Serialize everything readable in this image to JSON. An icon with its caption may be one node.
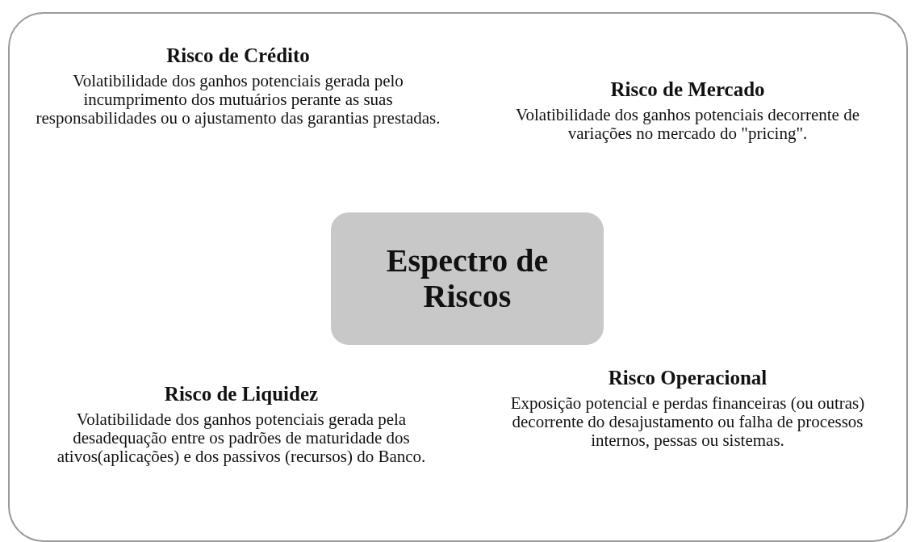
{
  "diagram": {
    "nodes": [
      {
        "text": [
          "Risco de Crédito",
          "Volatibilidade dos ganhos potenciais gerada pelo incumprimento dos mutuários perante as suas responsabilidades ou o ajustamento das garantias prestadas."
        ]
      },
      {
        "text": [
          "Risco de Mercado",
          "Volatibilidade dos ganhos potenciais decorrente de variações no mercado do \"pricing\"."
        ]
      },
      {
        "text": [
          "Espectro de Riscos"
        ]
      },
      {
        "text": [
          "Risco de Liquidez",
          "Volatibilidade dos ganhos potenciais gerada pela desadequação entre os padrões de maturidade dos ativos(aplicações) e dos passivos (recursos) do Banco."
        ]
      },
      {
        "text": [
          "Risco Operacional",
          "Exposição potencial e perdas financeiras (ou outras) decorrente do desajustamento ou falha de processos internos, pessas ou sistemas."
        ]
      }
    ]
  }
}
